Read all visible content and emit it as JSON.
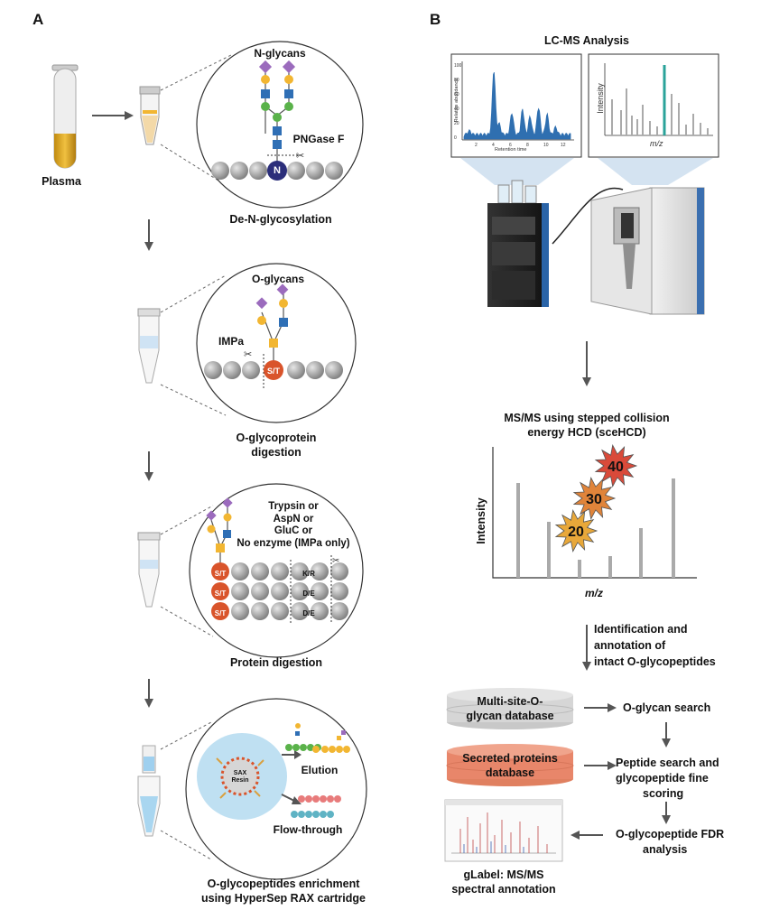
{
  "panels": {
    "a": "A",
    "b": "B"
  },
  "left": {
    "plasma": "Plasma",
    "n_glycans": "N-glycans",
    "pngase": "PNGase F",
    "n_residue": "N",
    "step1": "De-N-glycosylation",
    "o_glycans": "O-glycans",
    "impa": "IMPa",
    "st": "S/T",
    "step2_l1": "O-glycoprotein",
    "step2_l2": "digestion",
    "enzymes": [
      "Trypsin or",
      "AspN or",
      "GluC or",
      "No enzyme (IMPa only)"
    ],
    "site_kr": "K/R",
    "site_de1": "D/E",
    "site_de2": "D/E",
    "step3": "Protein digestion",
    "sax_l1": "SAX",
    "sax_l2": "Resin",
    "elution": "Elution",
    "flow": "Flow-through",
    "step4_l1": "O-glycopeptides enrichment",
    "step4_l2": "using HyperSep RAX cartridge"
  },
  "right": {
    "lcms_title": "LC-MS Analysis",
    "lc_xlabel": "Retention time",
    "lc_ylabel": "Relative abundance",
    "lc_xticks": [
      "2",
      "4",
      "6",
      "8",
      "10",
      "12"
    ],
    "lc_yticks": [
      "100",
      "80",
      "60",
      "40",
      "20",
      "0"
    ],
    "ms_ylabel": "Intensity",
    "ms_xlabel": "m/z",
    "msms_title_l1": "MS/MS using stepped collision",
    "msms_title_l2": "energy HCD (sceHCD)",
    "msms_ylabel": "Intensity",
    "msms_xlabel": "m/z",
    "energies": [
      "40",
      "30",
      "20"
    ],
    "ident_l1": "Identification and",
    "ident_l2": "annotation of",
    "ident_l3": "intact O-glycopeptides",
    "db1_l1": "Multi-site-O-",
    "db1_l2": "glycan database",
    "db2_l1": "Secreted proteins",
    "db2_l2": "database",
    "oglycan_search": "O-glycan search",
    "pep_l1": "Peptide search and",
    "pep_l2": "glycopeptide fine",
    "pep_l3": "scoring",
    "fdr_l1": "O-glycopeptide FDR",
    "fdr_l2": "analysis",
    "glabel_l1": "gLabel: MS/MS",
    "glabel_l2": "spectral annotation"
  },
  "colors": {
    "peak_blue": "#2f6fb0",
    "highlight_teal": "#2aa39a",
    "st_orange": "#d9542b",
    "n_navy": "#2b2e7a",
    "fuc_purple": "#9b6bbd",
    "gal_yellow": "#f2b632",
    "glcnac_blue": "#2f6fb5",
    "man_green": "#5ab24a",
    "db_salmon": "#e8866a"
  }
}
